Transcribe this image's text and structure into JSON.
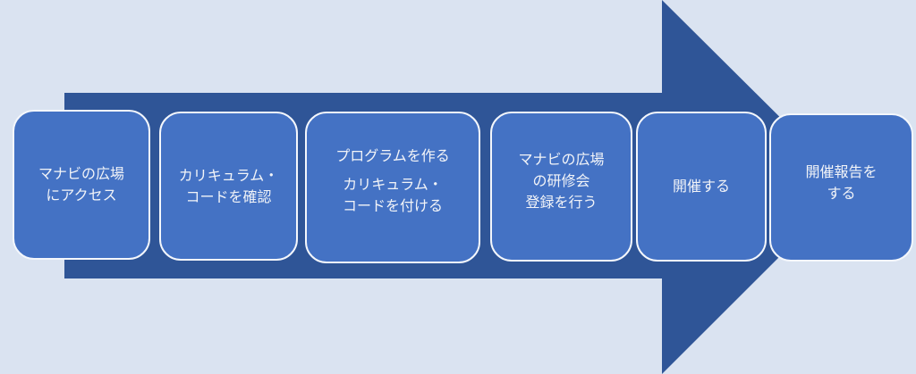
{
  "colors": {
    "background": "#dae3f1",
    "arrow": "#2f5597",
    "box": "#4472c4",
    "text": "#f2f4f8"
  },
  "steps": [
    {
      "lines": [
        "マナビの広場",
        "にアクセス"
      ]
    },
    {
      "lines": [
        "カリキュラム・",
        "コードを確認"
      ]
    },
    {
      "lines": [
        "プログラムを作る",
        "カリキュラム・",
        "コードを付ける"
      ]
    },
    {
      "lines": [
        "マナビの広場",
        "の研修会",
        "登録を行う"
      ]
    },
    {
      "lines": [
        "開催する"
      ]
    },
    {
      "lines": [
        "開催報告を",
        "する"
      ]
    }
  ]
}
